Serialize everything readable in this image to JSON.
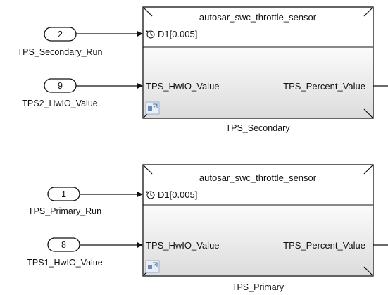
{
  "inports": {
    "secondary_run": {
      "number": "2",
      "label": "TPS_Secondary_Run"
    },
    "secondary_hwio": {
      "number": "9",
      "label": "TPS2_HwIO_Value"
    },
    "primary_run": {
      "number": "1",
      "label": "TPS_Primary_Run"
    },
    "primary_hwio": {
      "number": "8",
      "label": "TPS1_HwIO_Value"
    }
  },
  "subsystems": {
    "secondary": {
      "title": "autosar_swc_throttle_sensor",
      "trigger_port": "D1[0.005]",
      "input_port": "TPS_HwIO_Value",
      "output_port": "TPS_Percent_Value",
      "name": "TPS_Secondary"
    },
    "primary": {
      "title": "autosar_swc_throttle_sensor",
      "trigger_port": "D1[0.005]",
      "input_port": "TPS_HwIO_Value",
      "output_port": "TPS_Percent_Value",
      "name": "TPS_Primary"
    }
  },
  "colors": {
    "line": "#111111",
    "block_header": "#ffffff",
    "block_body_top": "#f8f8f8",
    "block_body_bottom": "#dedede",
    "port_fill": "#ffffff"
  }
}
